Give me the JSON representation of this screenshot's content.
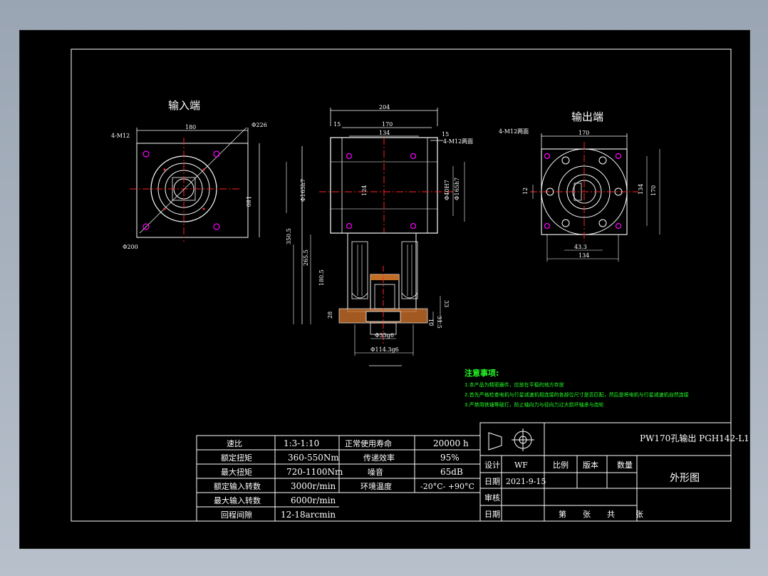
{
  "views": {
    "input_view_title": "输入端",
    "output_view_title": "输出端"
  },
  "input_dims": {
    "width": "180",
    "height": "180",
    "holes": "4-M12",
    "pcd": "Φ226",
    "bore": "Φ200"
  },
  "front_dims": {
    "overall": "204",
    "inner": "170",
    "hole_span": "134",
    "left_offset": "15",
    "right_offset": "15",
    "holes_note": "4-M12两面",
    "dia_left": "Φ165h7",
    "height_124": "124",
    "dia_right_1": "Φ40H7",
    "dia_right_2": "Φ165h7",
    "total_h": "350.5",
    "h_2": "265.5",
    "h_3": "180.5",
    "h_4": "28",
    "h_5": "33",
    "h_6": "31.5",
    "h_7": "10",
    "shaft_dia": "Φ35g6",
    "base_dia": "Φ114.3g6"
  },
  "output_dims": {
    "width": "170",
    "holes": "4-M12两面",
    "key": "12",
    "hole_v": "134",
    "height": "170",
    "key_depth": "43.3",
    "hole_h": "134"
  },
  "notes": {
    "title": "注意事项:",
    "items": [
      "1.本产品为精密器件，应放在平稳的地方存放",
      "2.首先严格检查电机与行星减速机相连接的各部位尺寸是否匹配，然后是将电机与行星减速机自然连接",
      "3.严禁用铁锤等敲打，防止轴向力与径向力过大损坏轴承与齿轮"
    ]
  },
  "specs": {
    "rows": [
      {
        "label": "速比",
        "value": "1:3-1:10",
        "label2": "正常使用寿命",
        "value2": "20000 h"
      },
      {
        "label": "额定扭矩",
        "value": "360-550Nm",
        "label2": "传递效率",
        "value2": "95%"
      },
      {
        "label": "最大扭矩",
        "value": "720-1100Nm",
        "label2": "噪音",
        "value2": "65dB"
      },
      {
        "label": "额定输入转数",
        "value": "3000r/min",
        "label2": "环境温度",
        "value2": "-20°C- +90°C"
      },
      {
        "label": "最大输入转数",
        "value": "6000r/min",
        "label2": "",
        "value2": ""
      },
      {
        "label": "回程间隙",
        "value": "12-18arcmin",
        "label2": "",
        "value2": ""
      }
    ]
  },
  "title_block": {
    "product": "PW170孔输出 PGH142-L1",
    "design_label": "设计",
    "designer": "WF",
    "date_label": "日期",
    "date": "2021-9-15",
    "scale_label": "比例",
    "version_label": "版本",
    "qty_label": "数量",
    "drawing_name": "外形图",
    "review_label": "审核",
    "date_label2": "日期",
    "sheet_text_1": "第",
    "sheet_text_2": "张",
    "sheet_text_3": "共",
    "sheet_text_4": "张"
  }
}
